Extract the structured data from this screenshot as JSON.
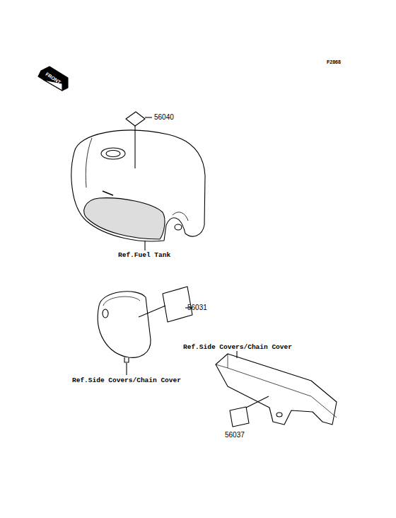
{
  "diagram": {
    "labels": [
      "F2868",
      "FRONT",
      "56040",
      "Ref.Fuel Tank",
      "56031",
      "Ref.Side Covers/Chain Cover",
      "Ref.Side Covers/Chain Cover",
      "56037"
    ]
  }
}
